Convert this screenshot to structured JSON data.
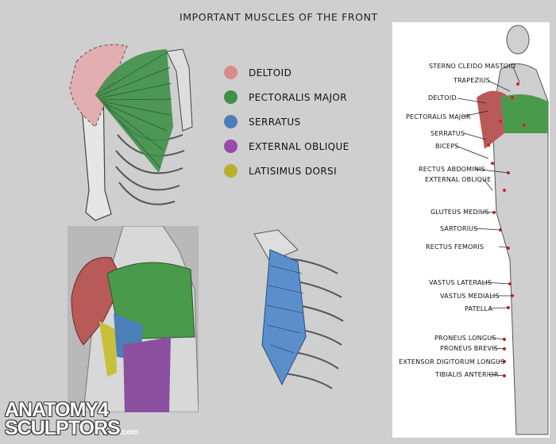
{
  "title": "IMPORTANT MUSCLES OF THE FRONT",
  "legend": [
    {
      "label": "DELTOID",
      "color": "#d98a8a"
    },
    {
      "label": "PECTORALIS MAJOR",
      "color": "#3f8f48"
    },
    {
      "label": "SERRATUS",
      "color": "#4a7fb8"
    },
    {
      "label": "EXTERNAL OBLIQUE",
      "color": "#9a4aa8"
    },
    {
      "label": "LATISIMUS DORSI",
      "color": "#b8b02a"
    }
  ],
  "callouts": [
    "STERNO CLEIDO MASTOID",
    "TRAPEZIUS",
    "DELTOID",
    "PECTORALIS MAJOR",
    "SERRATUS",
    "BICEPS",
    "RECTUS ABDOMINIS",
    "EXTERNAL OBLIQUE",
    "GLUTEUS MEDIUS",
    "SARTORIUS",
    "RECTUS FEMORIS",
    "VASTUS LATERALIS",
    "VASTUS MEDIALIS",
    "PATELLA",
    "PRONEUS LONGUS",
    "PRONEUS BREVIS",
    "EXTENSOR DIGITORUM LONGUS",
    "TIBIALIS ANTERIOR"
  ],
  "logo": {
    "line1": "ANATOMY4",
    "line2": "SCULPTORS",
    "suffix": ".com"
  }
}
